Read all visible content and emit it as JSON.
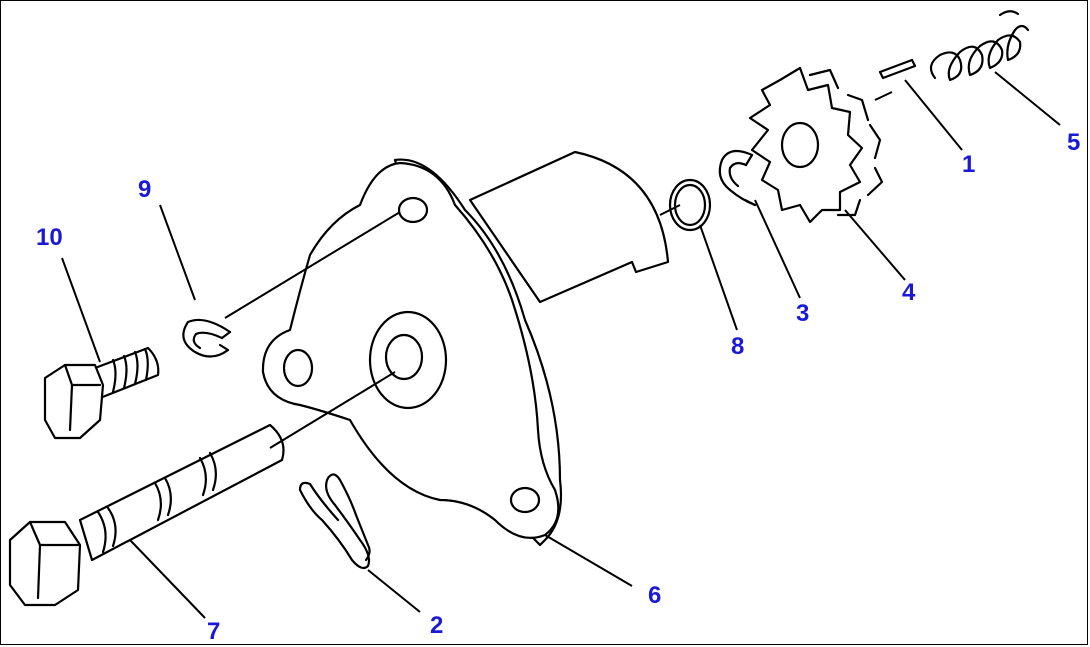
{
  "diagram": {
    "callouts": [
      {
        "id": "callout-1",
        "text": "1"
      },
      {
        "id": "callout-2",
        "text": "2"
      },
      {
        "id": "callout-3",
        "text": "3"
      },
      {
        "id": "callout-4",
        "text": "4"
      },
      {
        "id": "callout-5",
        "text": "5"
      },
      {
        "id": "callout-6",
        "text": "6"
      },
      {
        "id": "callout-7",
        "text": "7"
      },
      {
        "id": "callout-8",
        "text": "8"
      },
      {
        "id": "callout-9",
        "text": "9"
      },
      {
        "id": "callout-10",
        "text": "10"
      }
    ],
    "colors": {
      "label": "#1a1ad6",
      "ink": "#000000",
      "background": "#ffffff"
    }
  }
}
